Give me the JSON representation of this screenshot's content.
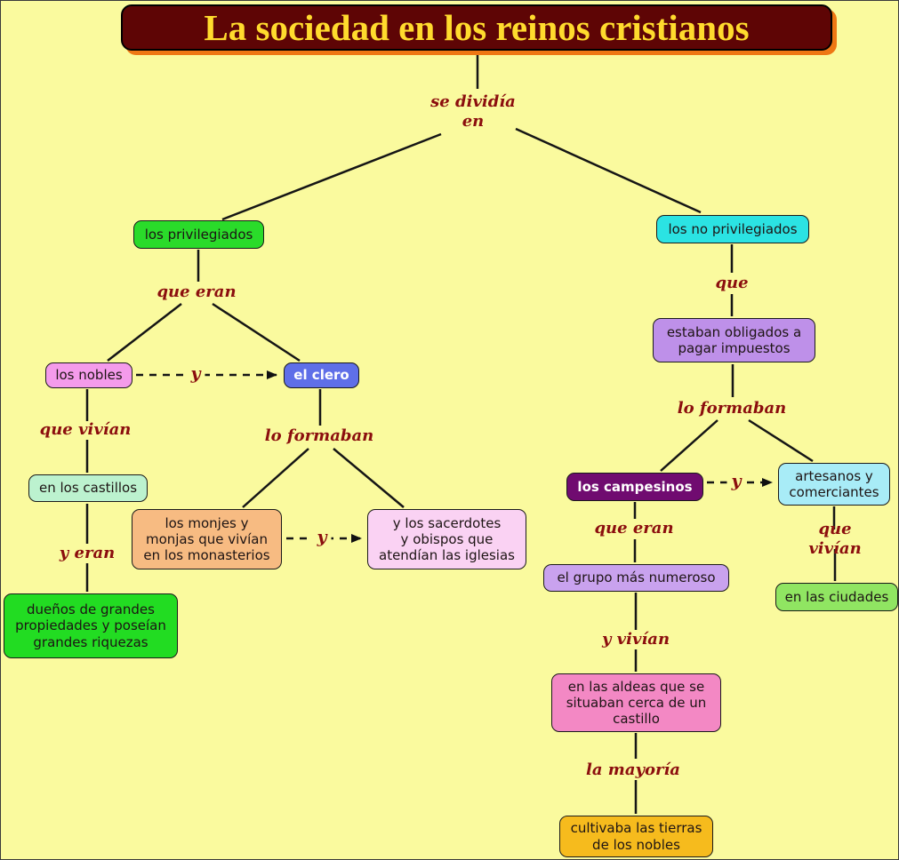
{
  "title": "La sociedad en los reinos cristianos",
  "nodes": {
    "privilegiados": {
      "label": "los privilegiados"
    },
    "no_privilegiados": {
      "label": "los no privilegiados"
    },
    "nobles": {
      "label": "los nobles"
    },
    "clero": {
      "label": "el clero"
    },
    "castillos": {
      "label": "en los castillos"
    },
    "duenos": {
      "label": "dueños de grandes\npropiedades y poseían\ngrandes riquezas"
    },
    "monjes": {
      "label": "los monjes y\nmonjas que vivían\nen los monasterios"
    },
    "sacerdotes": {
      "label": "y los sacerdotes\ny obispos que\natendían las iglesias"
    },
    "estaban": {
      "label": "estaban obligados a\npagar impuestos"
    },
    "campesinos": {
      "label": "los campesinos"
    },
    "artesanos": {
      "label": "artesanos y\ncomerciantes"
    },
    "grupo": {
      "label": "el grupo más numeroso"
    },
    "ciudades": {
      "label": "en las ciudades"
    },
    "aldeas": {
      "label": "en las aldeas que se\nsituaban cerca de un\ncastillo"
    },
    "cultivaba": {
      "label": "cultivaba las tierras\nde los nobles"
    }
  },
  "connectors": {
    "se_dividia": "se dividía\nen",
    "que_eran_left": "que eran",
    "que_vivian_left": "que vivían",
    "y_eran": "y eran",
    "lo_formaban_left": "lo formaban",
    "que": "que",
    "lo_formaban_right": "lo formaban",
    "que_eran_right": "que eran",
    "que_vivian_right": "que vivían",
    "y_vivian": "y vivían",
    "la_mayoria": "la mayoría",
    "y_conj": "y"
  },
  "colors": {
    "page_background": "#FAFA9E",
    "title_background": "#5E0505",
    "title_text": "#FFDB2D",
    "title_shadow": "#EE7714",
    "connector_text": "#8B0E0E",
    "line": "#151515",
    "node_privilegiados": "#2ADB2A",
    "node_no_privilegiados": "#2BE3E3",
    "node_nobles": "#F49BEB",
    "node_clero": "#5F6FE8",
    "node_castillos": "#BCF2CF",
    "node_duenos": "#22DC22",
    "node_monjes": "#F7BB82",
    "node_sacerdotes": "#FAD2F3",
    "node_estaban": "#BE90E9",
    "node_campesinos": "#700B70",
    "node_artesanos": "#A8ECF7",
    "node_grupo": "#C9A2EE",
    "node_ciudades": "#90E562",
    "node_aldeas": "#F388C4",
    "node_cultivaba": "#F6BB1D"
  }
}
